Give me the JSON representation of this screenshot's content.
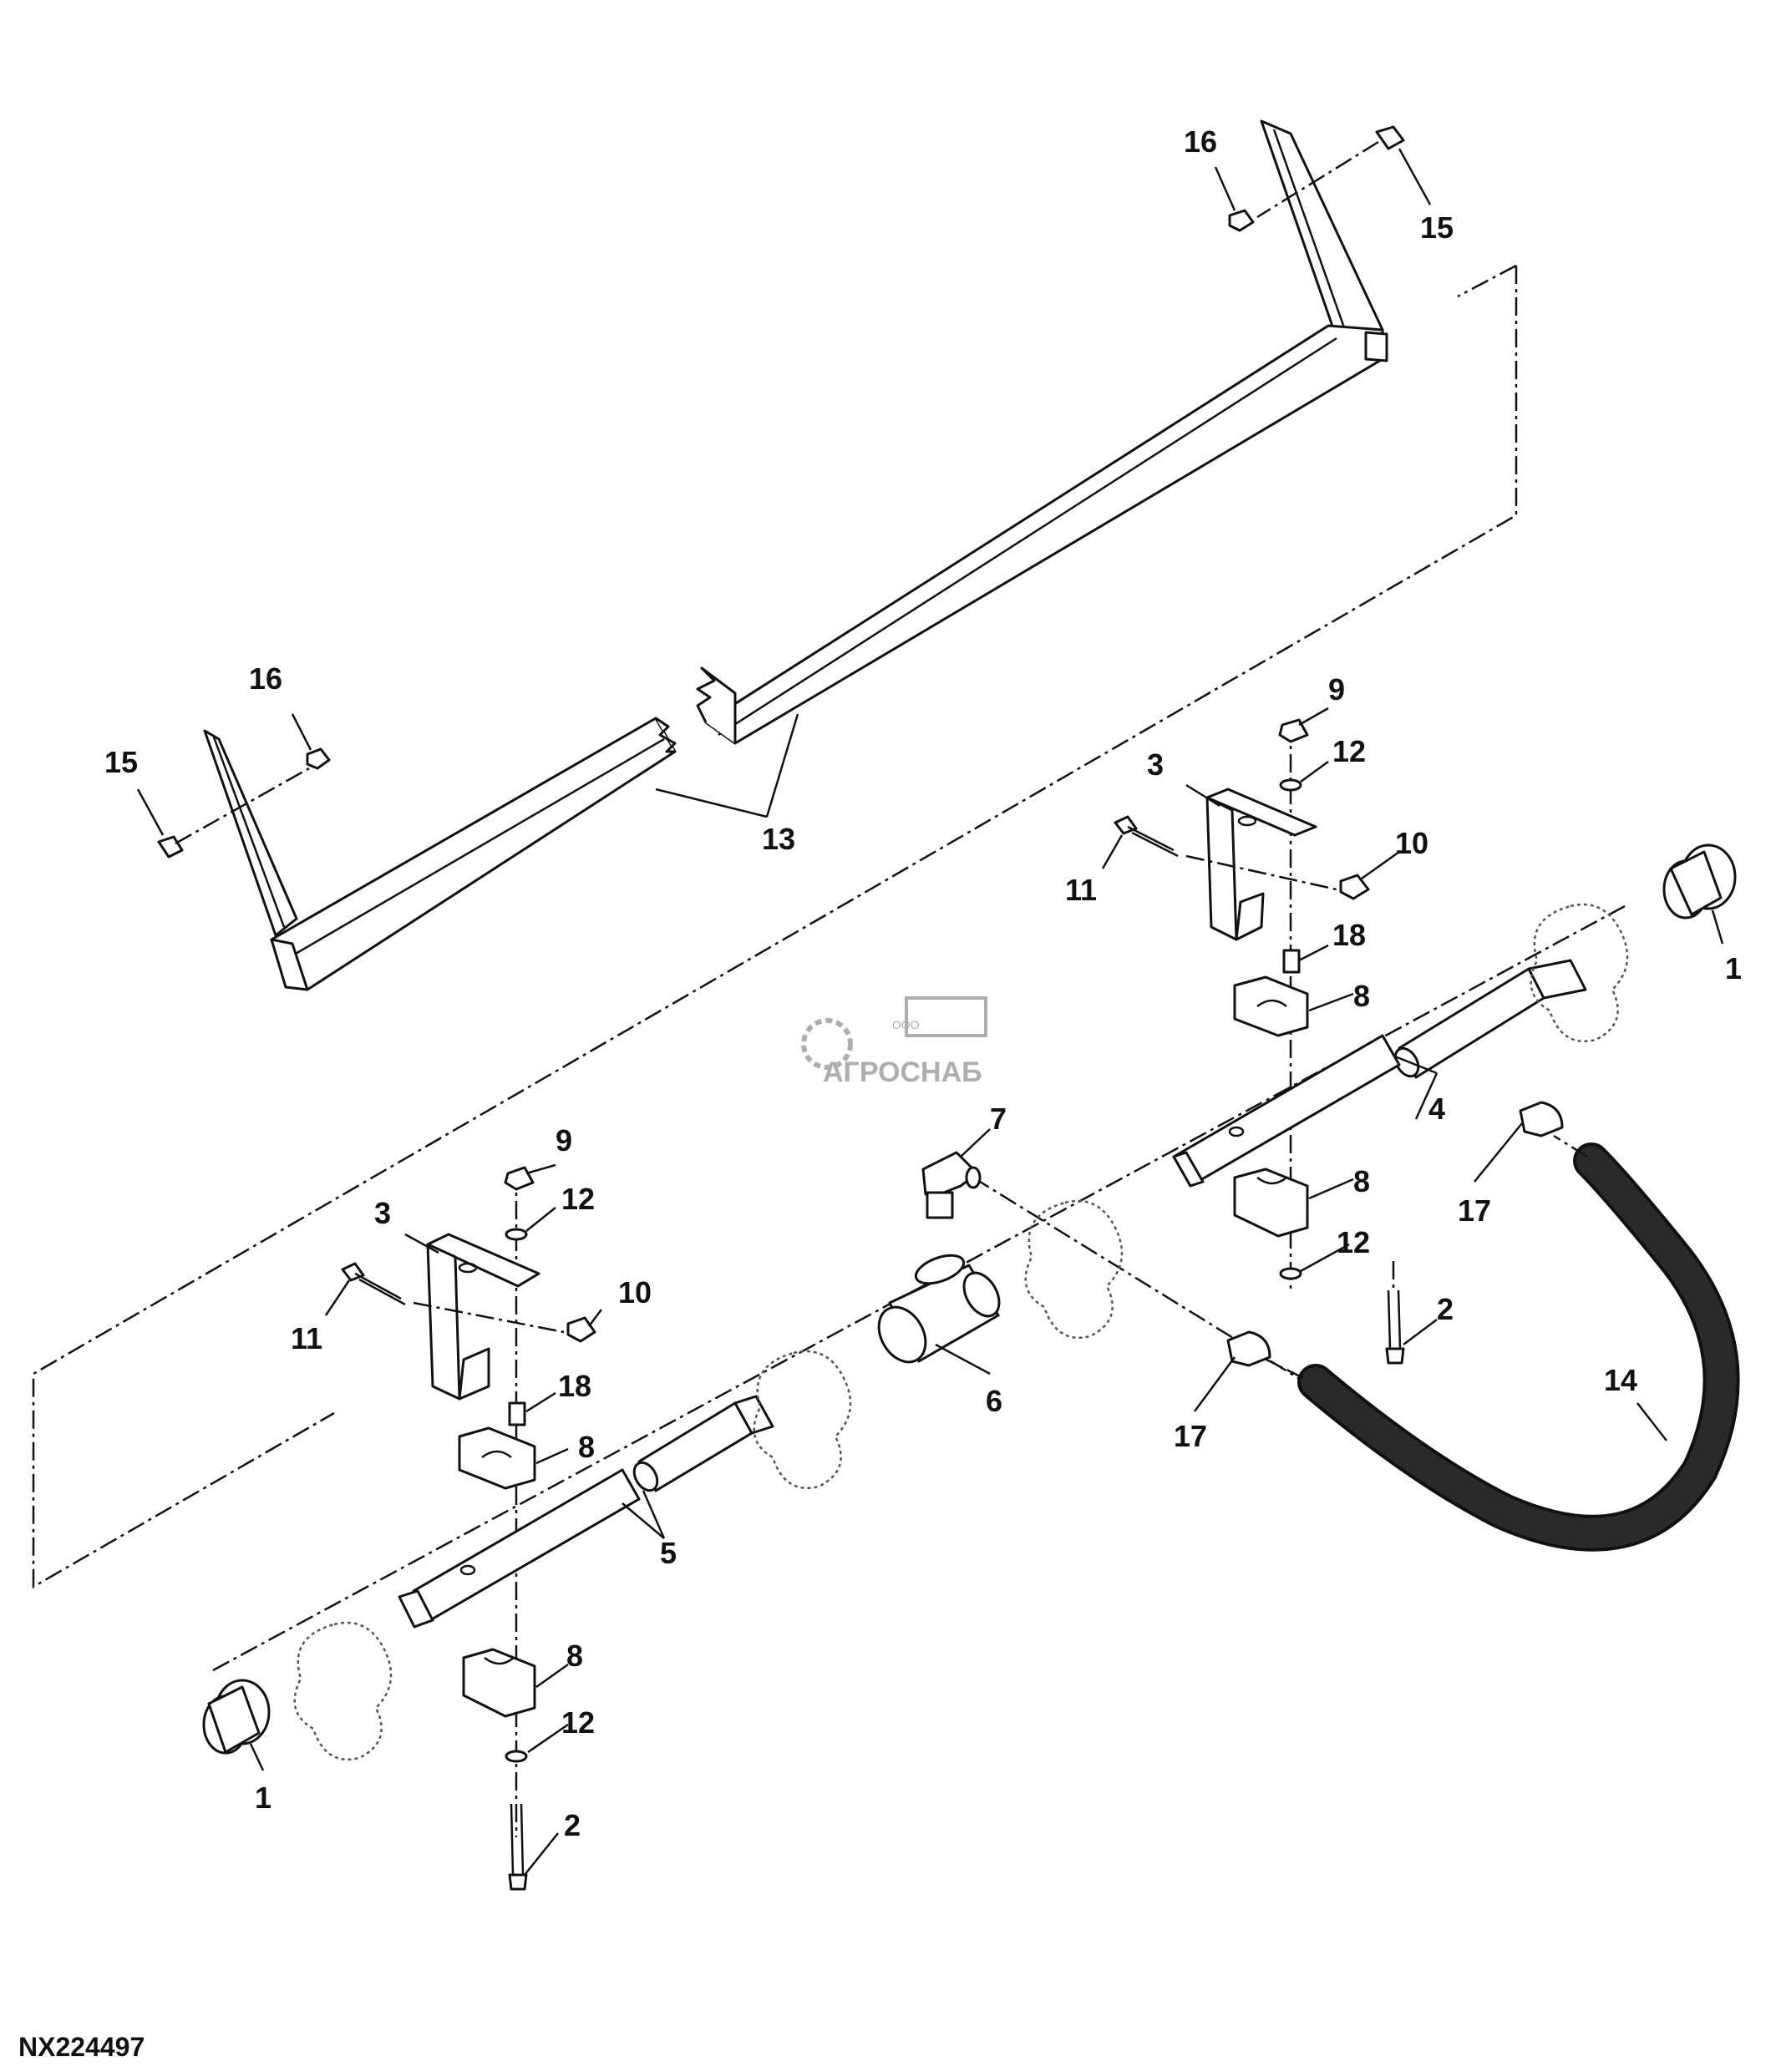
{
  "figure_id": "NX224497",
  "watermark": {
    "brand": "АГРОСНАБ",
    "prefix": "ООО"
  },
  "callouts": {
    "c1_left": "1",
    "c1_right": "1",
    "c2_left": "2",
    "c2_right": "2",
    "c3_left": "3",
    "c3_right": "3",
    "c4": "4",
    "c5": "5",
    "c6": "6",
    "c7": "7",
    "c8_left_top": "8",
    "c8_left_bot": "8",
    "c8_right_top": "8",
    "c8_right_bot": "8",
    "c9_left": "9",
    "c9_right": "9",
    "c10_left": "10",
    "c10_right": "10",
    "c11_left": "11",
    "c11_right": "11",
    "c12_left_top": "12",
    "c12_left_bot": "12",
    "c12_right_top": "12",
    "c12_right_bot": "12",
    "c13": "13",
    "c14": "14",
    "c15_left": "15",
    "c15_right": "15",
    "c16_left": "16",
    "c16_right": "16",
    "c17_left": "17",
    "c17_right": "17",
    "c18_left": "18",
    "c18_right": "18"
  }
}
